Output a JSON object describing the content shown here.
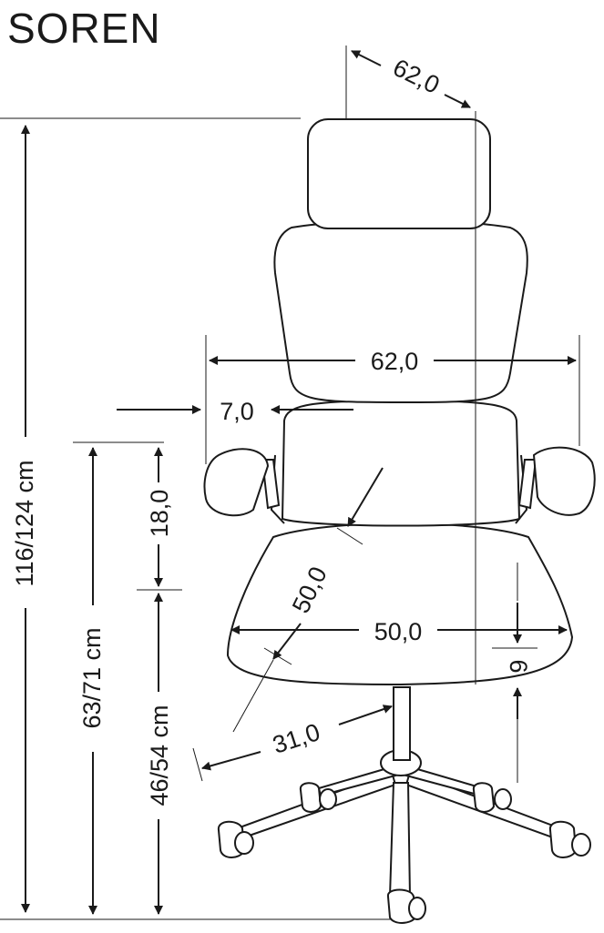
{
  "product": {
    "name": "SOREN"
  },
  "dimensions": {
    "total_height": "116/124 cm",
    "depth_top": "62,0",
    "width_armrests": "62,0",
    "armrest_width": "7,0",
    "armrest_to_seat": "18,0",
    "armrest_height": "63/71 cm",
    "seat_height": "46/54 cm",
    "seat_depth": "50,0",
    "seat_width": "50,0",
    "seat_thickness": "6",
    "base_radius": "31,0"
  },
  "colors": {
    "line": "#1a1a1a",
    "background": "#ffffff"
  }
}
